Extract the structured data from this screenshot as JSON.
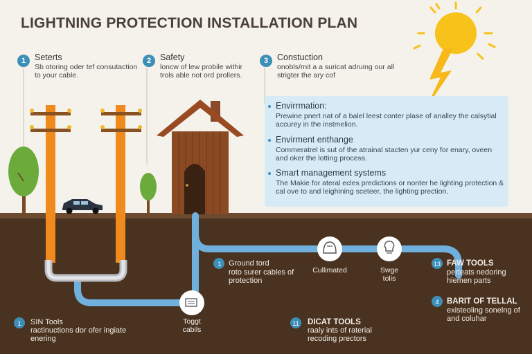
{
  "title": "LIGHTNING PROTECTION INSTALLATION PLAN",
  "steps": [
    {
      "num": "1",
      "title": "Seterts",
      "text": "Sb otoring oder tef consutaction to your cable."
    },
    {
      "num": "2",
      "title": "Safety",
      "text": "loncw of lew probile withir trols able not ord prollers."
    },
    {
      "num": "3",
      "title": "Constuction",
      "text": "onobls/rnit a a suricat adruing our all strigter the ary cof"
    }
  ],
  "panel": {
    "items": [
      {
        "heading": "Envirrmation:",
        "text": "Prewine pnert nat of a balel leest conter plase of analley the calsytial accurey in the instmelion."
      },
      {
        "heading": "Envirment enthange",
        "text": "Commeratrel is sut of the atrainal stacten yur ceny for enary, oveen and oker the lotting process."
      },
      {
        "heading": "Smart management systems",
        "text": "The Makie for ateral ecles predictions or nonter he lighting protection & cal ove to and leighining sceteer, the lighting prection."
      }
    ]
  },
  "underground": {
    "ground_cord": {
      "num": "1",
      "title": "Ground tord",
      "text": "roto surer cables of protection"
    },
    "culminated": "Cullimated",
    "surge": {
      "line1": "Swge",
      "line2": "tolis"
    },
    "faw_tools": {
      "num": "13",
      "title": "FAW TOOLS",
      "text": "perteats nedoring hiemen parts"
    },
    "barit": {
      "num": "4",
      "title": "BARIT OF TELLAL",
      "text": "existeoling sonelng of and coluhar"
    },
    "target": {
      "line1": "Toggt",
      "line2": "cabils"
    },
    "sin_tools": {
      "num": "1",
      "title": "SIN Tools",
      "text": "ractinuctions dor ofer ingiate enering"
    },
    "dicat_tools": {
      "num": "11",
      "title": "DICAT TOOLS",
      "text": "raaly ints of raterial recoding prectors"
    }
  },
  "colors": {
    "sky": "#f4f2ea",
    "soil": "#4a3220",
    "pole": "#f08a1c",
    "cable": "#6fb0dc",
    "sun": "#f7c21a",
    "panel": "#d6ebf6",
    "badge": "#3d8fb8"
  }
}
